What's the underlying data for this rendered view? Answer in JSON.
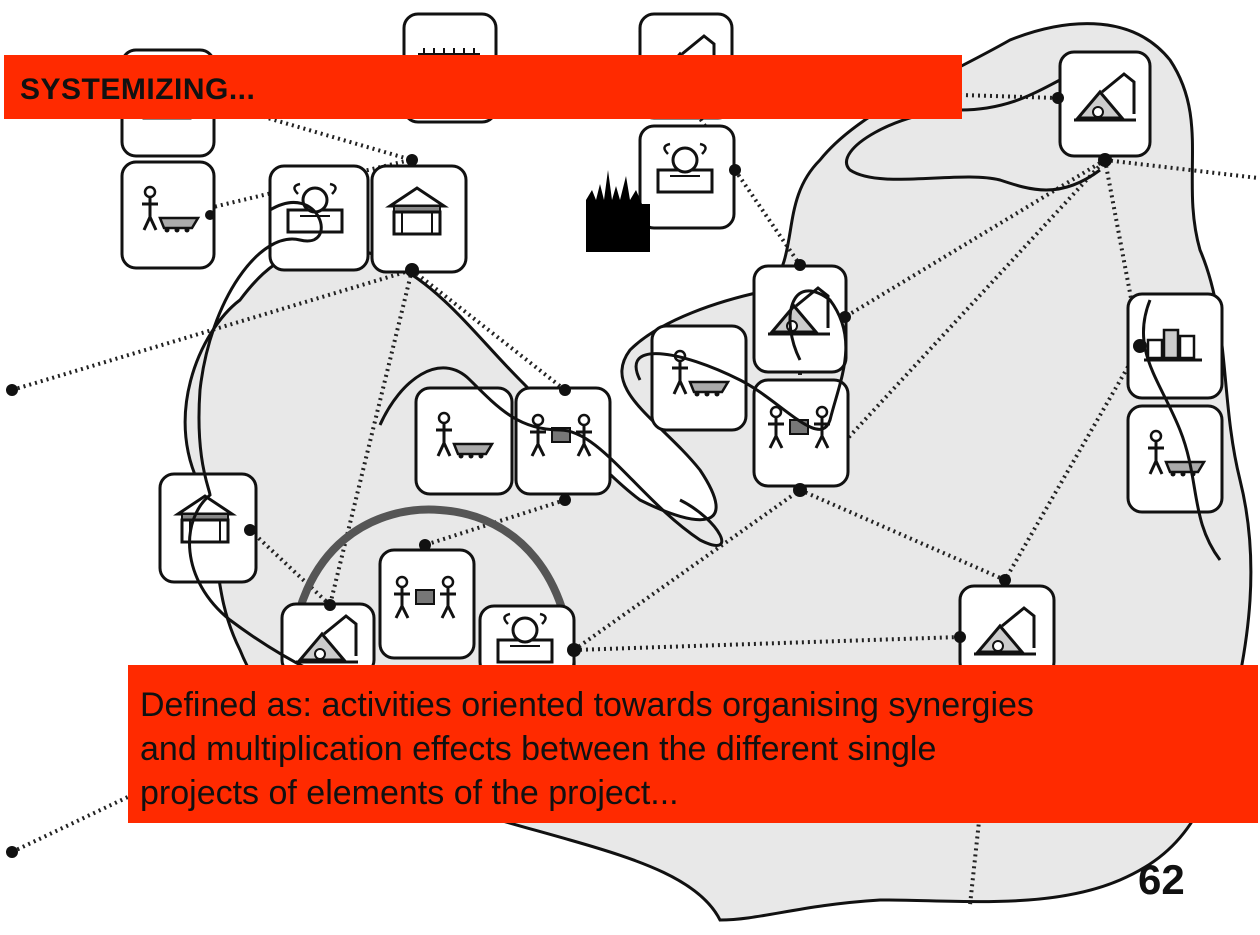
{
  "title": "SYSTEMIZING...",
  "definition": {
    "line1": "Defined as: activities oriented towards organising synergies",
    "line2": "and multiplication effects between the different single",
    "line3": "projects of elements of the project..."
  },
  "page_number": "62",
  "colors": {
    "accent_red": "#ff2a00",
    "region_fill": "#e8e8e8",
    "ink": "#111111"
  },
  "icons": [
    "fence-icon",
    "tent-icon",
    "market-stall-icon",
    "worker-conveyor-icon",
    "tree-sculpture-icon",
    "cathedral-silhouette-icon",
    "people-exchange-icon",
    "building-blocks-icon"
  ]
}
